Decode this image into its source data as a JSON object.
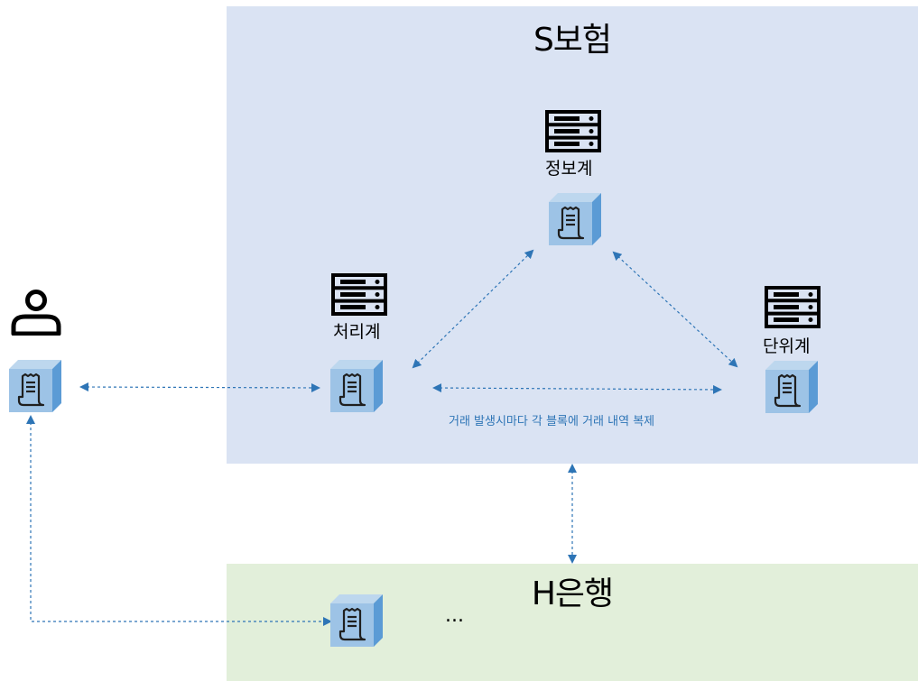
{
  "regions": {
    "s_insurance": {
      "title": "S보험"
    },
    "h_bank": {
      "title": "H은행"
    }
  },
  "nodes": {
    "info_system": {
      "label": "정보계"
    },
    "processing_system": {
      "label": "처리계"
    },
    "unit_system": {
      "label": "단위계"
    }
  },
  "annotation": "거래 발생시마다 각 블록에 거래 내역 복제",
  "ellipsis": "...",
  "icons": {
    "user": "user-icon",
    "server": "server-rack-icon",
    "ledger_block": "ledger-block-icon"
  },
  "colors": {
    "s_region_bg": "#dae3f3",
    "h_region_bg": "#e2efda",
    "arrow": "#2e75b6",
    "block_face": "#9dc3e6",
    "block_side": "#5b9bd5",
    "block_top": "#bdd7ee"
  }
}
